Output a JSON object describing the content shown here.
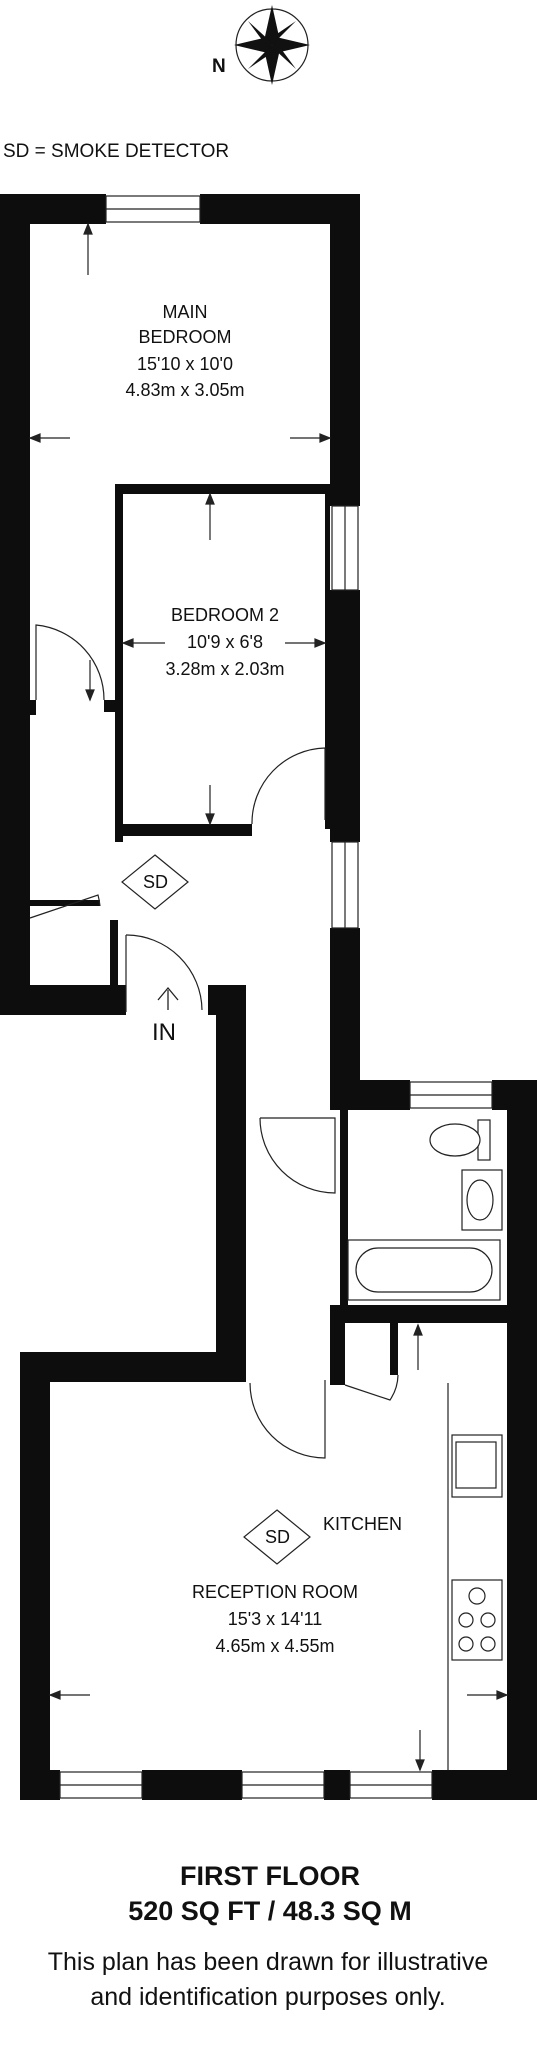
{
  "compass": {
    "north_label": "N"
  },
  "legend": {
    "smoke_detector": "SD = SMOKE DETECTOR"
  },
  "rooms": {
    "main_bedroom": {
      "line1": "MAIN",
      "line2": "BEDROOM",
      "imperial": "15'10 x 10'0",
      "metric": "4.83m x 3.05m"
    },
    "bedroom2": {
      "name": "BEDROOM 2",
      "imperial": "10'9 x 6'8",
      "metric": "3.28m x 2.03m"
    },
    "kitchen": {
      "name": "KITCHEN"
    },
    "reception": {
      "name": "RECEPTION ROOM",
      "imperial": "15'3 x 14'11",
      "metric": "4.65m x 4.55m"
    }
  },
  "markers": {
    "smoke_detector": "SD",
    "entrance": "IN"
  },
  "footer": {
    "floor": "FIRST FLOOR",
    "area": "520 SQ FT / 48.3 SQ M",
    "disclaimer_line1": "This plan has been drawn for illustrative",
    "disclaimer_line2": "and identification purposes only."
  }
}
